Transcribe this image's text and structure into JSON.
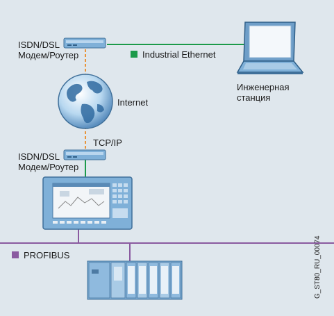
{
  "modem_top": {
    "line1": "ISDN/DSL",
    "line2": "Модем/Роутер"
  },
  "modem_bottom": {
    "line1": "ISDN/DSL",
    "line2": "Модем/Роутер"
  },
  "ethernet_legend": {
    "label": "Industrial Ethernet",
    "color": "#1c9a4a"
  },
  "internet": {
    "label": "Internet"
  },
  "tcpip": {
    "label": "TCP/IP"
  },
  "station": {
    "line1": "Инженерная",
    "line2": "станция"
  },
  "profibus_legend": {
    "label": "PROFIBUS",
    "color": "#8a5aa0"
  },
  "doc_id": "G_ST80_RU_00074",
  "colors": {
    "dsl_link": "#e8943a",
    "ethernet": "#1c9a4a",
    "profibus": "#8a5aa0",
    "device_blue": "#7fb0d8"
  }
}
